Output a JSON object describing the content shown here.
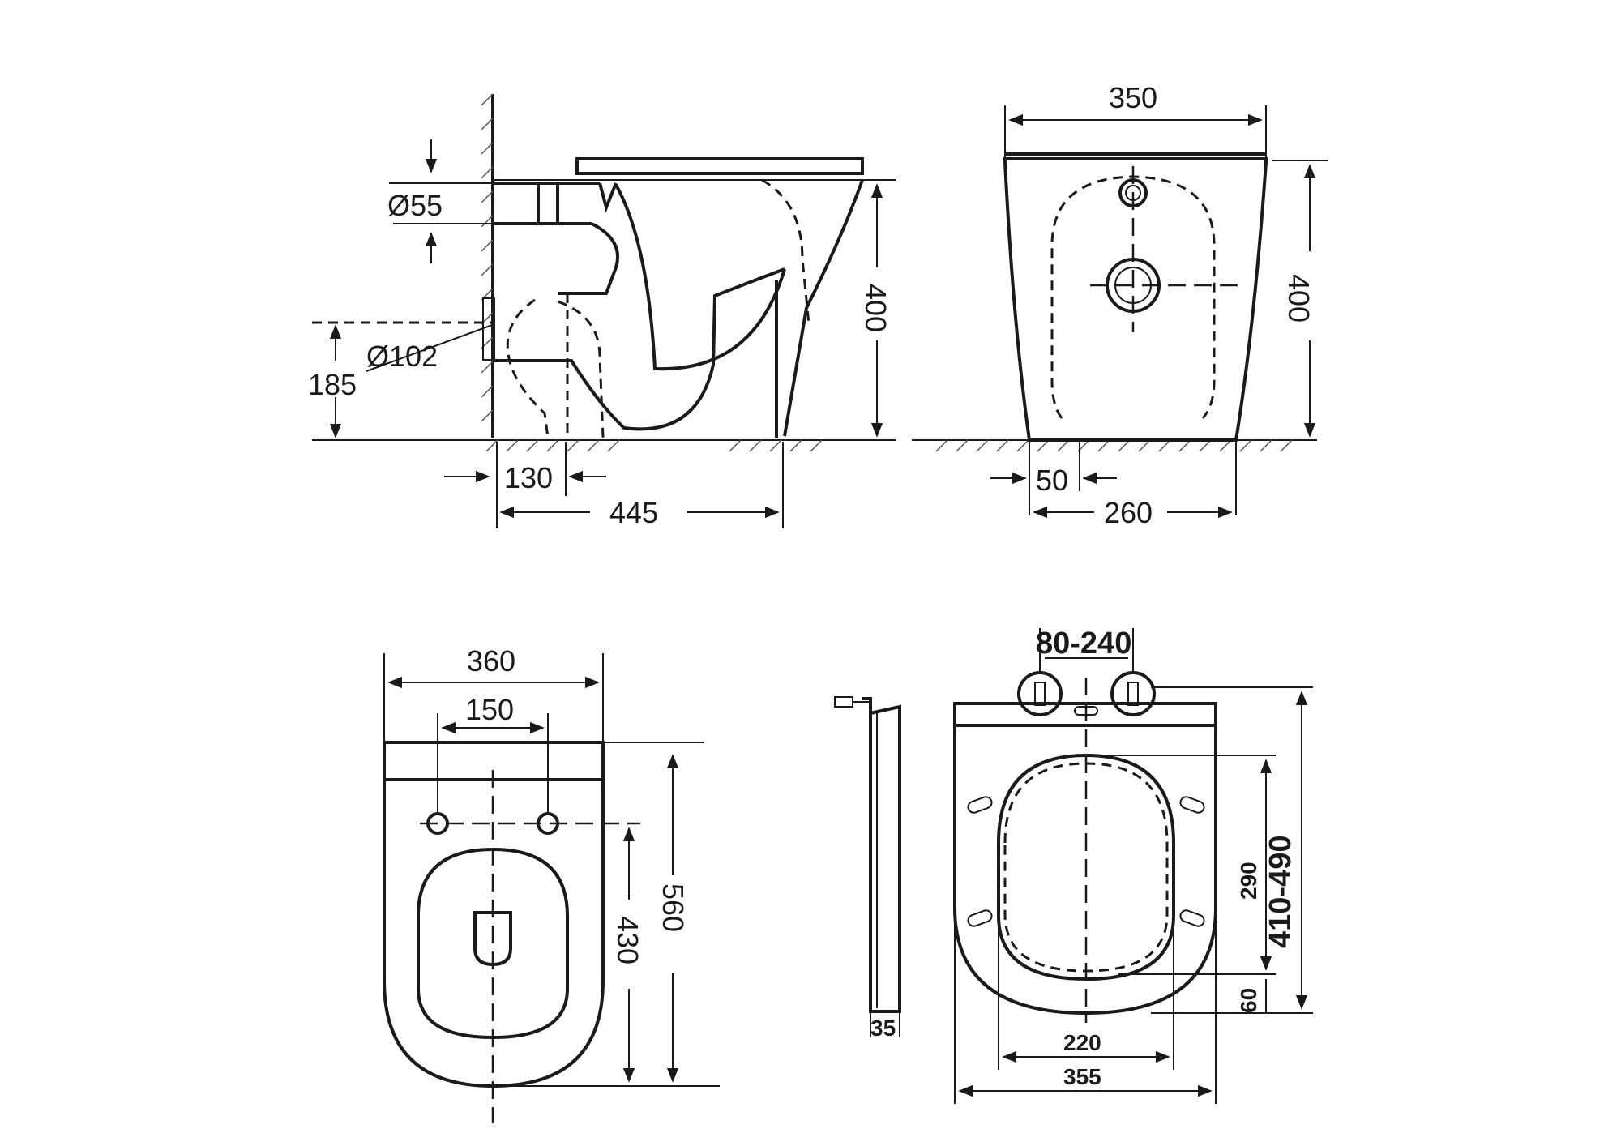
{
  "side_view": {
    "pipe_small_diameter": "Ø55",
    "pipe_large_diameter": "Ø102",
    "outlet_height": "185",
    "height": "400",
    "wall_offset": "130",
    "depth": "445"
  },
  "front_view": {
    "top_width": "350",
    "height": "400",
    "offset": "50",
    "base_width": "260"
  },
  "top_view": {
    "width": "360",
    "hole_spacing": "150",
    "length": "560",
    "hole_to_front": "430"
  },
  "seat_view": {
    "hinge_range": "80-240",
    "seat_thickness": "35",
    "inner_length": "290",
    "seat_length": "410-490",
    "front_offset": "60",
    "inner_width": "220",
    "outer_width": "355"
  }
}
